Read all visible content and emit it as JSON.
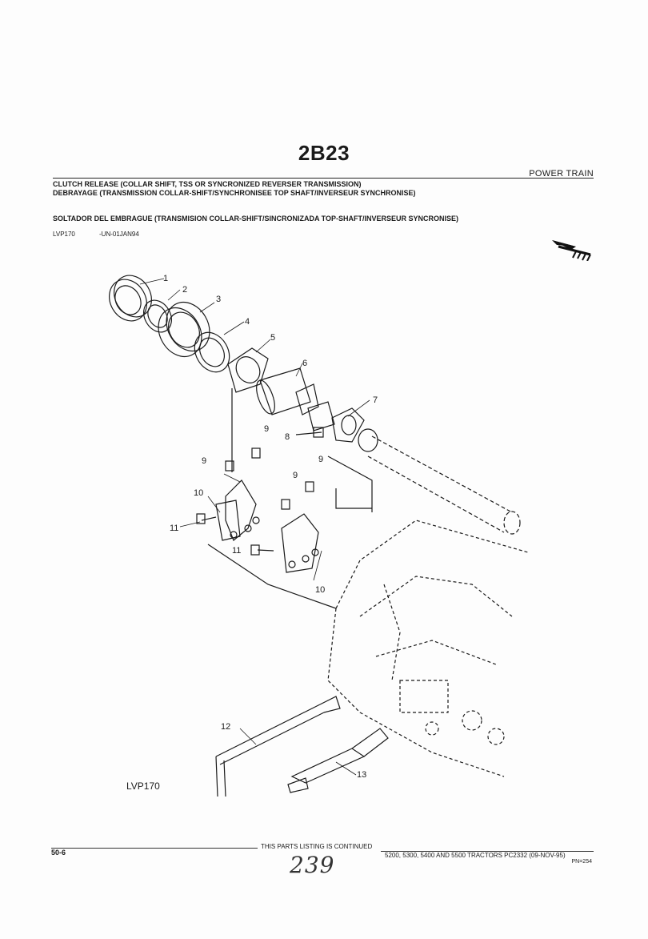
{
  "header": {
    "code": "2B23",
    "section": "POWER TRAIN"
  },
  "titles": {
    "english": "CLUTCH RELEASE (COLLAR SHIFT, TSS OR SYNCRONIZED REVERSER TRANSMISSION)",
    "french": "DEBRAYAGE (TRANSMISSION COLLAR-SHIFT/SYNCHRONISEE TOP SHAFT/INVERSEUR SYNCHRONISE)",
    "spanish": "SOLTADOR DEL EMBRAGUE (TRANSMISION COLLAR-SHIFT/SINCRONIZADA TOP-SHAFT/INVERSEUR SYNCRONISE)"
  },
  "reference": {
    "figure_id": "LVP170",
    "date_code": "-UN-01JAN94"
  },
  "diagram": {
    "figure_label": "LVP170",
    "callouts": [
      "1",
      "2",
      "3",
      "4",
      "5",
      "6",
      "7",
      "8",
      "9",
      "9",
      "9",
      "9",
      "10",
      "10",
      "11",
      "11",
      "12",
      "13"
    ]
  },
  "footer": {
    "page_number": "50-6",
    "continued_text": "THIS PARTS LISTING IS CONTINUED",
    "models": "5200, 5300, 5400 AND 5500 TRACTORS  PC2332   (09-NOV-95)",
    "pn": "PN=254",
    "handwritten_number": "239"
  },
  "colors": {
    "ink": "#1a1a1a",
    "paper": "#fdfdfd"
  }
}
